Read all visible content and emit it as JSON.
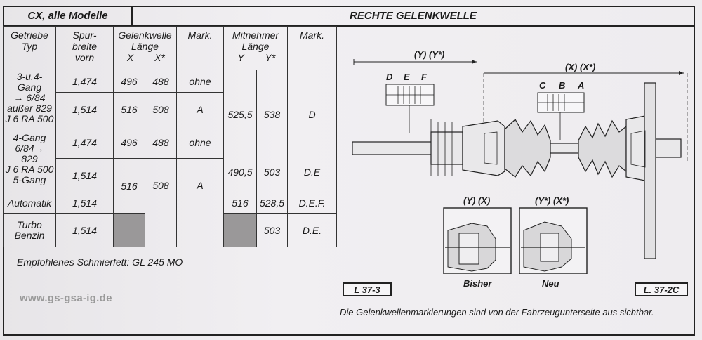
{
  "header": {
    "left": "CX, alle Modelle",
    "right": "RECHTE GELENKWELLE"
  },
  "table": {
    "headers": {
      "col1": [
        "Getriebe",
        "Typ"
      ],
      "col2": [
        "Spur-",
        "breite",
        "vorn"
      ],
      "col3": [
        "Gelenkwelle",
        "Länge"
      ],
      "col3_sub": [
        "X",
        "X*"
      ],
      "col4": "Mark.",
      "col5": [
        "Mitnehmer",
        "Länge"
      ],
      "col5_sub": [
        "Y",
        "Y*"
      ],
      "col6": "Mark."
    },
    "rows": {
      "r1_typ": [
        "3-u.4-Gang",
        "→ 6/84",
        "außer 829",
        "J 6 RA 500"
      ],
      "r1a": {
        "spur": "1,474",
        "x": "496",
        "xs": "488",
        "mark": "ohne"
      },
      "r1b": {
        "spur": "1,514",
        "x": "516",
        "xs": "508",
        "mark": "A",
        "y": "525,5",
        "ys": "538",
        "mark2": "D"
      },
      "r2_typ": [
        "4-Gang",
        "6/84→",
        "829",
        "J 6 RA 500",
        "5-Gang"
      ],
      "r2a": {
        "spur": "1,474",
        "x": "496",
        "xs": "488",
        "mark": "ohne"
      },
      "r2b": {
        "spur": "1,514",
        "x": "516",
        "y": "490,5",
        "ys": "503",
        "mark2": "D.E"
      },
      "r3": {
        "typ": "Automatik",
        "spur": "1,514",
        "xs": "508",
        "mark": "A",
        "y": "516",
        "ys": "528,5",
        "mark2": "D.E.F."
      },
      "r4": {
        "typ": [
          "Turbo",
          "Benzin"
        ],
        "spur": "1,514",
        "ys": "503",
        "mark2": "D.E."
      }
    }
  },
  "lube": "Empfohlenes Schmierfett: GL 245 MO",
  "watermark": "www.gs-gsa-ig.de",
  "diagram": {
    "dim_y": "(Y) (Y*)",
    "dim_x": "(X) (X*)",
    "marks_left": [
      "D",
      "E",
      "F"
    ],
    "marks_right": [
      "C",
      "B",
      "A"
    ],
    "inset_left_label": "(Y) (X)",
    "inset_right_label": "(Y*) (X*)",
    "caption_left": "Bisher",
    "caption_right": "Neu",
    "ref_left": "L 37-3",
    "ref_right": "L. 37-2C"
  },
  "note": "Die Gelenkwellenmarkierungen sind von der Fahrzeugunterseite aus sichtbar."
}
